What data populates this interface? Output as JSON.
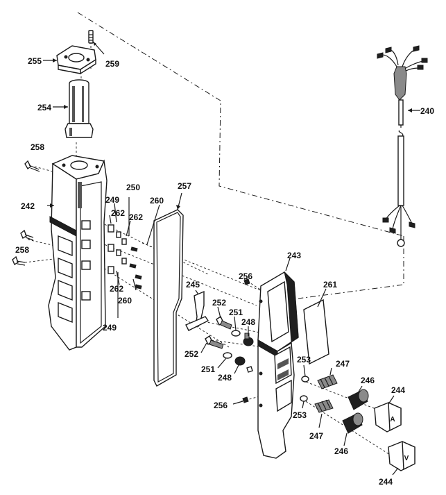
{
  "labels": [
    {
      "id": "255",
      "text": "255"
    },
    {
      "id": "259",
      "text": "259"
    },
    {
      "id": "254",
      "text": "254"
    },
    {
      "id": "258a",
      "text": "258"
    },
    {
      "id": "242",
      "text": "242"
    },
    {
      "id": "258b",
      "text": "258"
    },
    {
      "id": "249a",
      "text": "249"
    },
    {
      "id": "250",
      "text": "250"
    },
    {
      "id": "262a",
      "text": "262"
    },
    {
      "id": "262b",
      "text": "262"
    },
    {
      "id": "262c",
      "text": "262"
    },
    {
      "id": "260a",
      "text": "260"
    },
    {
      "id": "260b",
      "text": "260"
    },
    {
      "id": "249b",
      "text": "249"
    },
    {
      "id": "257",
      "text": "257"
    },
    {
      "id": "240",
      "text": "240"
    },
    {
      "id": "243",
      "text": "243"
    },
    {
      "id": "256a",
      "text": "256"
    },
    {
      "id": "261",
      "text": "261"
    },
    {
      "id": "245",
      "text": "245"
    },
    {
      "id": "252a",
      "text": "252"
    },
    {
      "id": "251a",
      "text": "251"
    },
    {
      "id": "248a",
      "text": "248"
    },
    {
      "id": "252b",
      "text": "252"
    },
    {
      "id": "251b",
      "text": "251"
    },
    {
      "id": "248b",
      "text": "248"
    },
    {
      "id": "253a",
      "text": "253"
    },
    {
      "id": "247a",
      "text": "247"
    },
    {
      "id": "246a",
      "text": "246"
    },
    {
      "id": "244a",
      "text": "244"
    },
    {
      "id": "256b",
      "text": "256"
    },
    {
      "id": "253b",
      "text": "253"
    },
    {
      "id": "247b",
      "text": "247"
    },
    {
      "id": "246b",
      "text": "246"
    },
    {
      "id": "244b",
      "text": "244"
    }
  ],
  "button_glyphs": {
    "up": "A",
    "down": "V"
  }
}
